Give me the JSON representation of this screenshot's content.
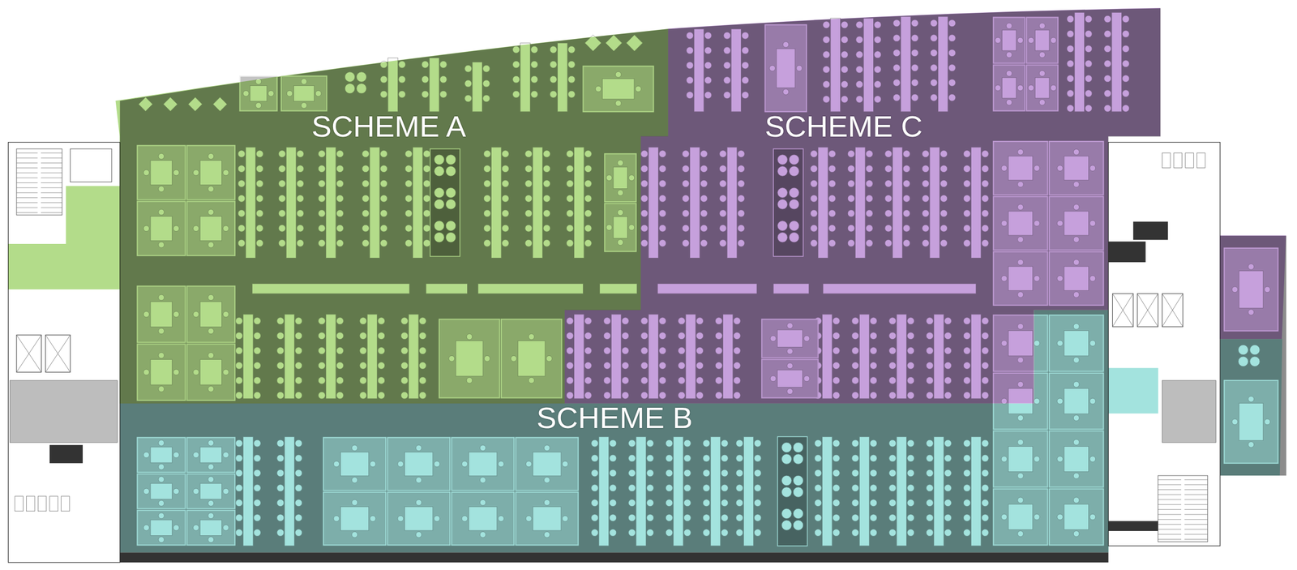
{
  "diagram": {
    "nodes": [
      {
        "text": [
          "SCHEME A"
        ]
      },
      {
        "text": [
          "SCHEME C"
        ]
      },
      {
        "text": [
          "SCHEME B"
        ]
      }
    ]
  }
}
